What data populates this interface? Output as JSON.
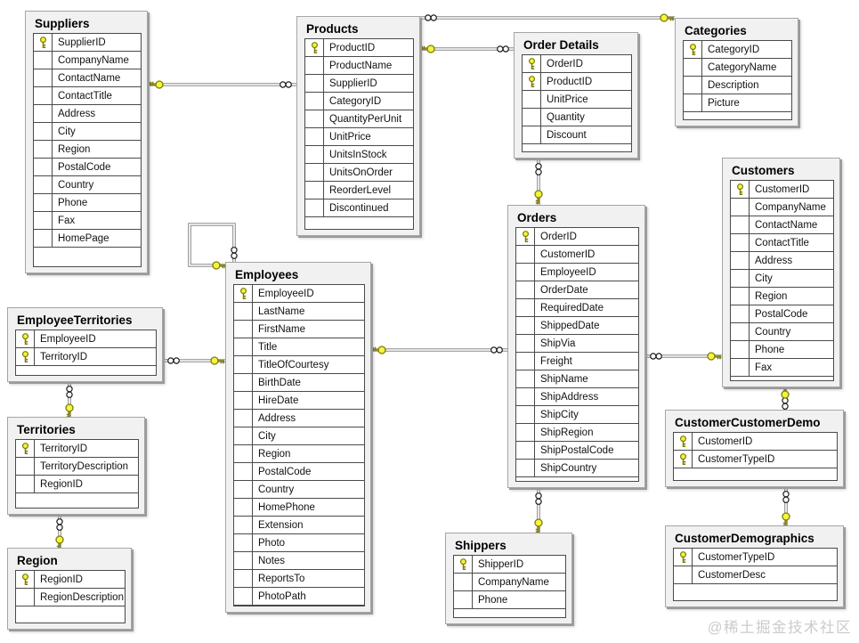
{
  "watermark": "@稀土掘金技术社区",
  "colors": {
    "table_bg": "#f1f1f1",
    "table_border": "#a5a5a5",
    "grid_border": "#4a4a4a",
    "key_yellow": "#f4f441",
    "key_outline": "#7d7d00",
    "connector_gray": "#888888",
    "watermark_gray": "#cbcbcb"
  },
  "icons": {
    "primary_key": "key-icon",
    "one_end": "key-icon",
    "many_end": "infinity-icon"
  },
  "tables": [
    {
      "id": "suppliers",
      "title": "Suppliers",
      "fields": [
        {
          "name": "SupplierID",
          "key": true
        },
        {
          "name": "CompanyName",
          "key": false
        },
        {
          "name": "ContactName",
          "key": false
        },
        {
          "name": "ContactTitle",
          "key": false
        },
        {
          "name": "Address",
          "key": false
        },
        {
          "name": "City",
          "key": false
        },
        {
          "name": "Region",
          "key": false
        },
        {
          "name": "PostalCode",
          "key": false
        },
        {
          "name": "Country",
          "key": false
        },
        {
          "name": "Phone",
          "key": false
        },
        {
          "name": "Fax",
          "key": false
        },
        {
          "name": "HomePage",
          "key": false
        }
      ]
    },
    {
      "id": "products",
      "title": "Products",
      "fields": [
        {
          "name": "ProductID",
          "key": true
        },
        {
          "name": "ProductName",
          "key": false
        },
        {
          "name": "SupplierID",
          "key": false
        },
        {
          "name": "CategoryID",
          "key": false
        },
        {
          "name": "QuantityPerUnit",
          "key": false
        },
        {
          "name": "UnitPrice",
          "key": false
        },
        {
          "name": "UnitsInStock",
          "key": false
        },
        {
          "name": "UnitsOnOrder",
          "key": false
        },
        {
          "name": "ReorderLevel",
          "key": false
        },
        {
          "name": "Discontinued",
          "key": false
        }
      ]
    },
    {
      "id": "order-details",
      "title": "Order Details",
      "fields": [
        {
          "name": "OrderID",
          "key": true
        },
        {
          "name": "ProductID",
          "key": true
        },
        {
          "name": "UnitPrice",
          "key": false
        },
        {
          "name": "Quantity",
          "key": false
        },
        {
          "name": "Discount",
          "key": false
        }
      ]
    },
    {
      "id": "categories",
      "title": "Categories",
      "fields": [
        {
          "name": "CategoryID",
          "key": true
        },
        {
          "name": "CategoryName",
          "key": false
        },
        {
          "name": "Description",
          "key": false
        },
        {
          "name": "Picture",
          "key": false
        }
      ]
    },
    {
      "id": "customers",
      "title": "Customers",
      "fields": [
        {
          "name": "CustomerID",
          "key": true
        },
        {
          "name": "CompanyName",
          "key": false
        },
        {
          "name": "ContactName",
          "key": false
        },
        {
          "name": "ContactTitle",
          "key": false
        },
        {
          "name": "Address",
          "key": false
        },
        {
          "name": "City",
          "key": false
        },
        {
          "name": "Region",
          "key": false
        },
        {
          "name": "PostalCode",
          "key": false
        },
        {
          "name": "Country",
          "key": false
        },
        {
          "name": "Phone",
          "key": false
        },
        {
          "name": "Fax",
          "key": false
        }
      ]
    },
    {
      "id": "orders",
      "title": "Orders",
      "fields": [
        {
          "name": "OrderID",
          "key": true
        },
        {
          "name": "CustomerID",
          "key": false
        },
        {
          "name": "EmployeeID",
          "key": false
        },
        {
          "name": "OrderDate",
          "key": false
        },
        {
          "name": "RequiredDate",
          "key": false
        },
        {
          "name": "ShippedDate",
          "key": false
        },
        {
          "name": "ShipVia",
          "key": false
        },
        {
          "name": "Freight",
          "key": false
        },
        {
          "name": "ShipName",
          "key": false
        },
        {
          "name": "ShipAddress",
          "key": false
        },
        {
          "name": "ShipCity",
          "key": false
        },
        {
          "name": "ShipRegion",
          "key": false
        },
        {
          "name": "ShipPostalCode",
          "key": false
        },
        {
          "name": "ShipCountry",
          "key": false
        }
      ]
    },
    {
      "id": "employees",
      "title": "Employees",
      "fields": [
        {
          "name": "EmployeeID",
          "key": true
        },
        {
          "name": "LastName",
          "key": false
        },
        {
          "name": "FirstName",
          "key": false
        },
        {
          "name": "Title",
          "key": false
        },
        {
          "name": "TitleOfCourtesy",
          "key": false
        },
        {
          "name": "BirthDate",
          "key": false
        },
        {
          "name": "HireDate",
          "key": false
        },
        {
          "name": "Address",
          "key": false
        },
        {
          "name": "City",
          "key": false
        },
        {
          "name": "Region",
          "key": false
        },
        {
          "name": "PostalCode",
          "key": false
        },
        {
          "name": "Country",
          "key": false
        },
        {
          "name": "HomePhone",
          "key": false
        },
        {
          "name": "Extension",
          "key": false
        },
        {
          "name": "Photo",
          "key": false
        },
        {
          "name": "Notes",
          "key": false
        },
        {
          "name": "ReportsTo",
          "key": false
        },
        {
          "name": "PhotoPath",
          "key": false
        }
      ]
    },
    {
      "id": "employee-territories",
      "title": "EmployeeTerritories",
      "fields": [
        {
          "name": "EmployeeID",
          "key": true
        },
        {
          "name": "TerritoryID",
          "key": true
        }
      ]
    },
    {
      "id": "territories",
      "title": "Territories",
      "fields": [
        {
          "name": "TerritoryID",
          "key": true
        },
        {
          "name": "TerritoryDescription",
          "key": false
        },
        {
          "name": "RegionID",
          "key": false
        }
      ]
    },
    {
      "id": "region",
      "title": "Region",
      "fields": [
        {
          "name": "RegionID",
          "key": true
        },
        {
          "name": "RegionDescription",
          "key": false
        }
      ]
    },
    {
      "id": "shippers",
      "title": "Shippers",
      "fields": [
        {
          "name": "ShipperID",
          "key": true
        },
        {
          "name": "CompanyName",
          "key": false
        },
        {
          "name": "Phone",
          "key": false
        }
      ]
    },
    {
      "id": "customer-customer-demo",
      "title": "CustomerCustomerDemo",
      "fields": [
        {
          "name": "CustomerID",
          "key": true
        },
        {
          "name": "CustomerTypeID",
          "key": true
        }
      ]
    },
    {
      "id": "customer-demographics",
      "title": "CustomerDemographics",
      "fields": [
        {
          "name": "CustomerTypeID",
          "key": true
        },
        {
          "name": "CustomerDesc",
          "key": false
        }
      ]
    }
  ],
  "relationships": [
    {
      "id": "r1",
      "one": "Suppliers",
      "many": "Products",
      "type": "one-to-many"
    },
    {
      "id": "r2",
      "one": "Categories",
      "many": "Products",
      "type": "one-to-many"
    },
    {
      "id": "r3",
      "one": "Products",
      "many": "Order Details",
      "type": "one-to-many"
    },
    {
      "id": "r4",
      "one": "Orders",
      "many": "Order Details",
      "type": "one-to-many"
    },
    {
      "id": "r5",
      "one": "Employees",
      "many": "Orders",
      "type": "one-to-many"
    },
    {
      "id": "r6",
      "one": "Customers",
      "many": "Orders",
      "type": "one-to-many"
    },
    {
      "id": "r7",
      "one": "Employees",
      "many": "EmployeeTerritories",
      "type": "one-to-many"
    },
    {
      "id": "r8",
      "one": "Territories",
      "many": "EmployeeTerritories",
      "type": "one-to-many"
    },
    {
      "id": "r9",
      "one": "Region",
      "many": "Territories",
      "type": "one-to-many"
    },
    {
      "id": "r10",
      "one": "Shippers",
      "many": "Orders",
      "type": "one-to-many"
    },
    {
      "id": "r11",
      "one": "Customers",
      "many": "CustomerCustomerDemo",
      "type": "one-to-many"
    },
    {
      "id": "r12",
      "one": "CustomerDemographics",
      "many": "CustomerCustomerDemo",
      "type": "one-to-many"
    },
    {
      "id": "r13",
      "one": "Employees",
      "many": "Employees",
      "type": "one-to-many-self"
    }
  ]
}
